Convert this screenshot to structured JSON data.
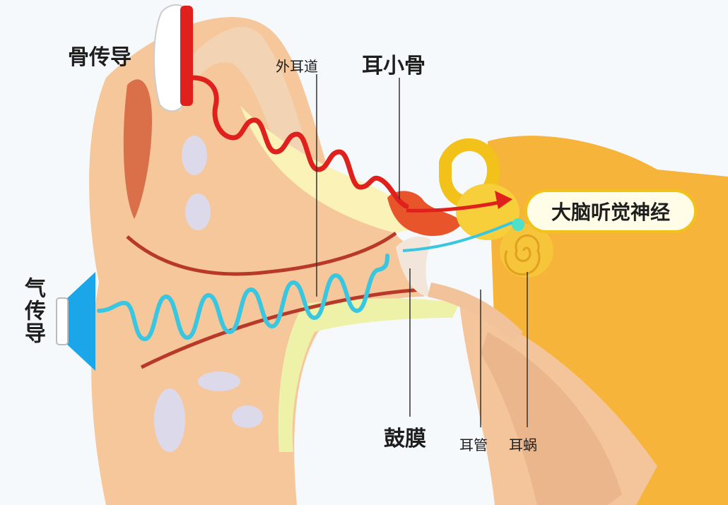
{
  "labels": {
    "bone_conduction": "骨传导",
    "ear_canal": "外耳道",
    "ossicles": "耳小骨",
    "auditory_nerve": "大脑听觉神经",
    "air_conduction": "气传导",
    "eardrum": "鼓膜",
    "eustachian_tube": "耳管",
    "cochlea": "耳蜗"
  },
  "colors": {
    "bone_wave": "#e0201c",
    "air_wave": "#39c6e0",
    "skin": "#f5c79b",
    "inner_ear": "#f7b43a",
    "speaker": "#1aa6e8"
  }
}
